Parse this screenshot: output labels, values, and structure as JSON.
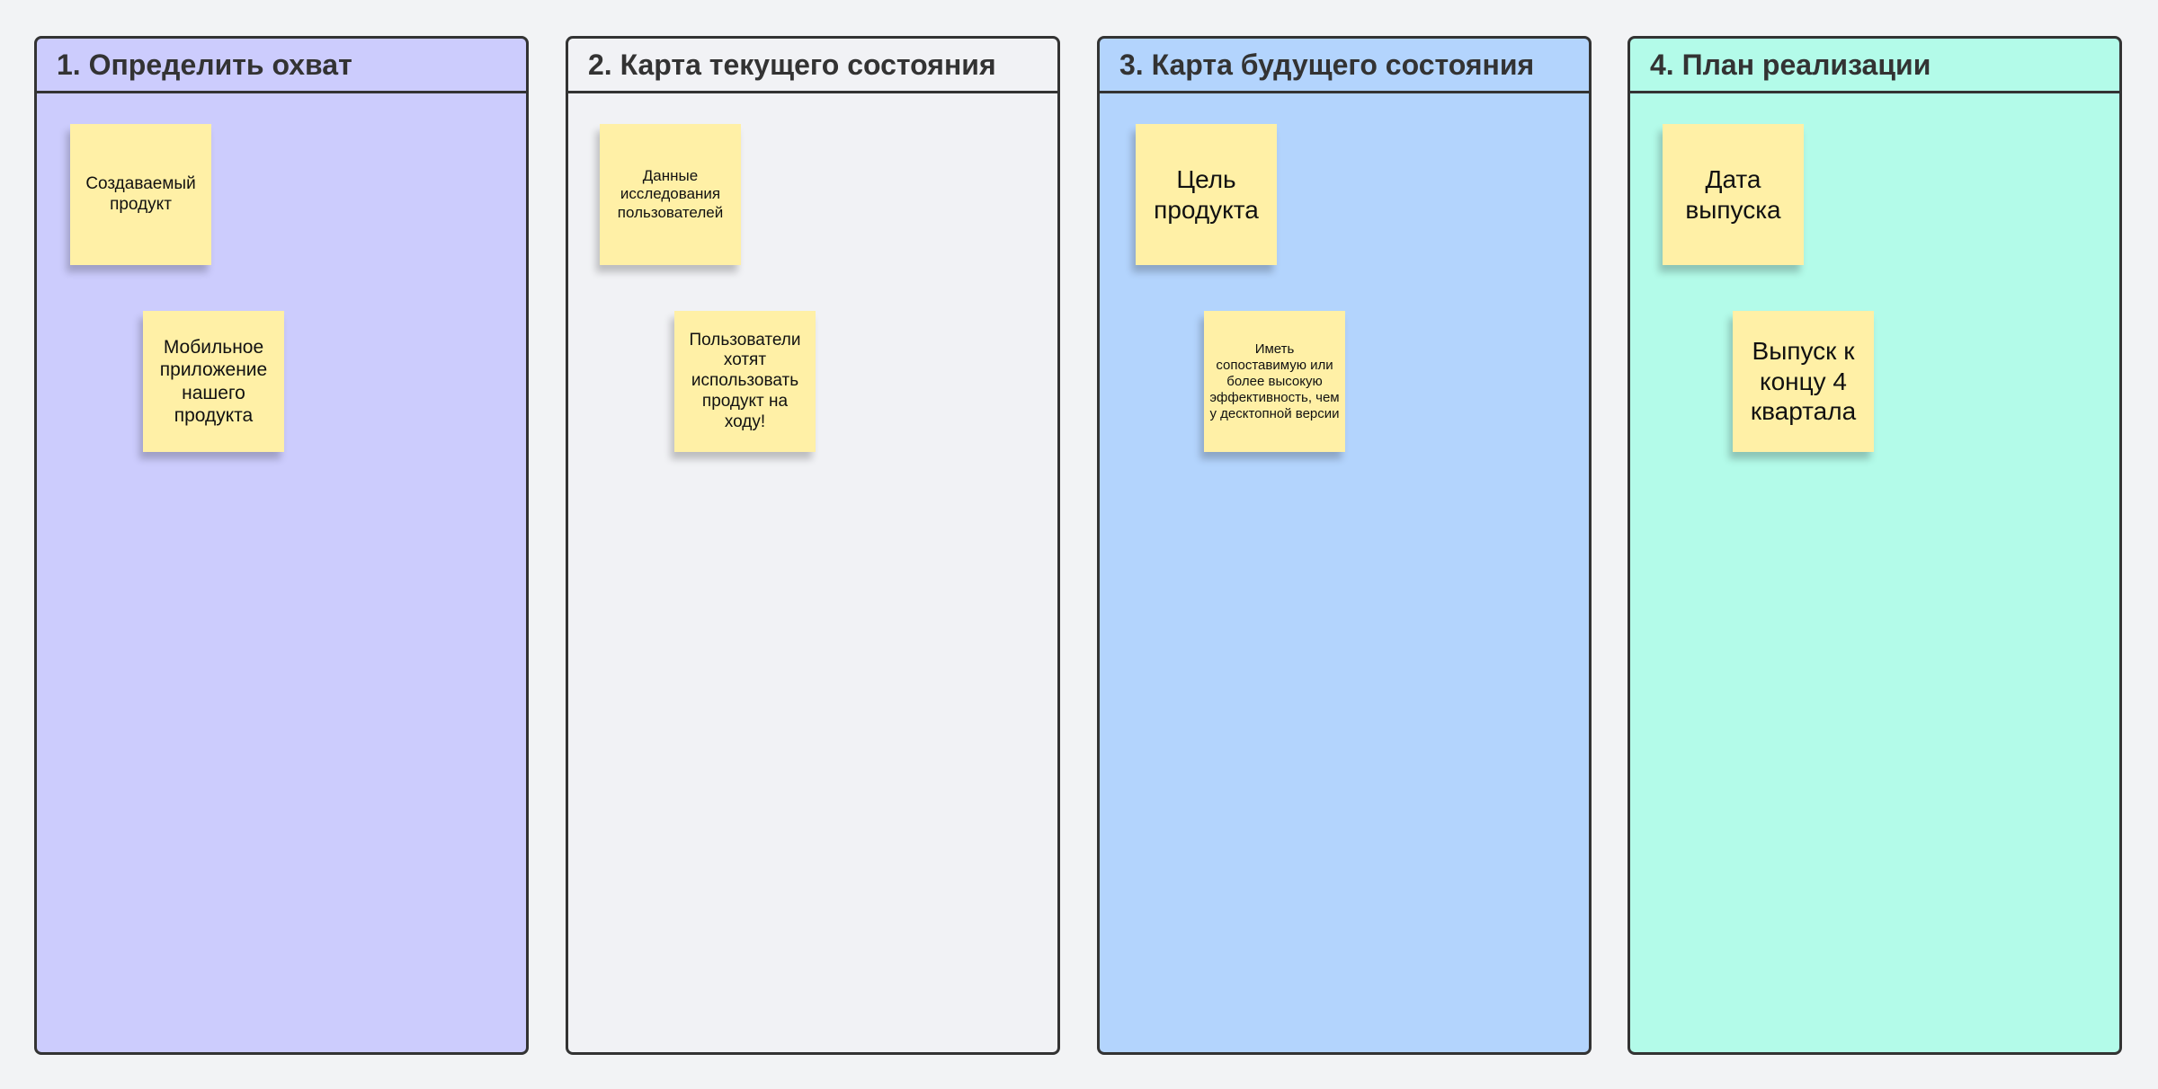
{
  "columns": [
    {
      "title": "1.  Определить охват",
      "color": "#ccccfd",
      "notes": [
        "Создаваемый продукт",
        "Мобильное приложение нашего продукта"
      ]
    },
    {
      "title": "2. Карта текущего состояния",
      "color": "#f1f2f5",
      "notes": [
        "Данные исследования пользователей",
        "Пользователи хотят использовать продукт на ходу!"
      ]
    },
    {
      "title": "3. Карта будущего состояния",
      "color": "#b3d4fd",
      "notes": [
        "Цель продукта",
        "Иметь сопоставимую или более высокую эффективность, чем у десктопной версии"
      ]
    },
    {
      "title": "4. План реализации",
      "color": "#b3fbe9",
      "notes": [
        "Дата выпуска",
        "Выпуск к концу 4 квартала"
      ]
    }
  ],
  "sticky_color": "#fff0a6"
}
